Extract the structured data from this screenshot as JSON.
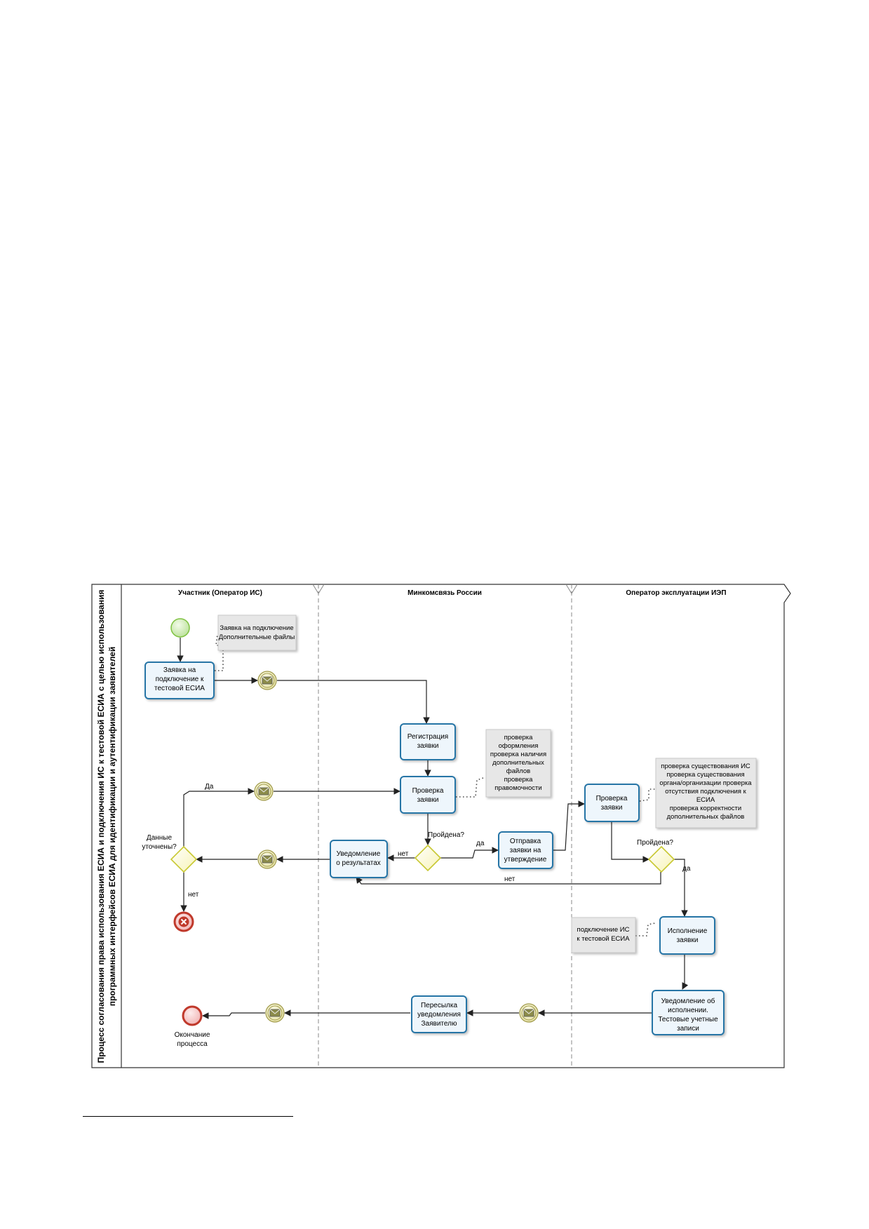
{
  "pool": {
    "title_line1": "Процесс согласования права использования ЕСИА и подключения ИС к тестовой ЕСИА с целью использования",
    "title_line2": "программных интерфейсов ЕСИА для идентификации и аутентификации заявителей"
  },
  "lanes": [
    {
      "id": "participant",
      "label": "Участник (Оператор ИС)"
    },
    {
      "id": "ministry",
      "label": "Минкомсвязь России"
    },
    {
      "id": "operator",
      "label": "Оператор эксплуатации ИЭП"
    }
  ],
  "tasks": {
    "request_connect": [
      "Заявка на",
      "подключение к",
      "тестовой ЕСИА"
    ],
    "register_request": [
      "Регистрация",
      "заявки"
    ],
    "check_request_ministry": [
      "Проверка",
      "заявки"
    ],
    "notify_results": [
      "Уведомление",
      "о результатах"
    ],
    "send_approval": [
      "Отправка",
      "заявки на",
      "утверждение"
    ],
    "check_request_operator": [
      "Проверка",
      "заявки"
    ],
    "execute_request": [
      "Исполнение",
      "заявки"
    ],
    "notify_execution": [
      "Уведомление об",
      "исполнении.",
      "Тестовые учетные",
      "записи"
    ],
    "forward_notification": [
      "Пересылка",
      "уведомления",
      "Заявителю"
    ]
  },
  "annotations": {
    "request_files": [
      "Заявка на подключение",
      "Дополнительные файлы"
    ],
    "ministry_checks": [
      "проверка",
      "оформления",
      "проверка наличия",
      "дополнительных",
      "файлов",
      "проверка",
      "правомочности"
    ],
    "operator_checks": [
      "проверка существования ИС",
      "проверка существования",
      "органа/организации проверка",
      "отсутствия подключения к",
      "ЕСИА",
      "проверка корректности",
      "дополнительных файлов"
    ],
    "connect_is": [
      "подключение ИС",
      "к тестовой ЕСИА"
    ]
  },
  "gateways": {
    "data_clarified": [
      "Данные",
      "уточнены?"
    ],
    "passed_ministry": "Пройдена?",
    "passed_operator": "Пройдена?"
  },
  "flow_labels": {
    "yes_clarified": "Да",
    "no_clarified": "нет",
    "no_ministry": "нет",
    "yes_ministry": "да",
    "no_operator": "нет",
    "yes_operator": "да"
  },
  "events": {
    "end_label": [
      "Окончание",
      "процесса"
    ]
  },
  "colors": {
    "task_border": "#2874a6",
    "task_fill": "#eef6fc",
    "start_event": "#7fc241",
    "end_event": "#c0392b",
    "gateway": "#d8d838",
    "message_event": "#a09a4a"
  }
}
